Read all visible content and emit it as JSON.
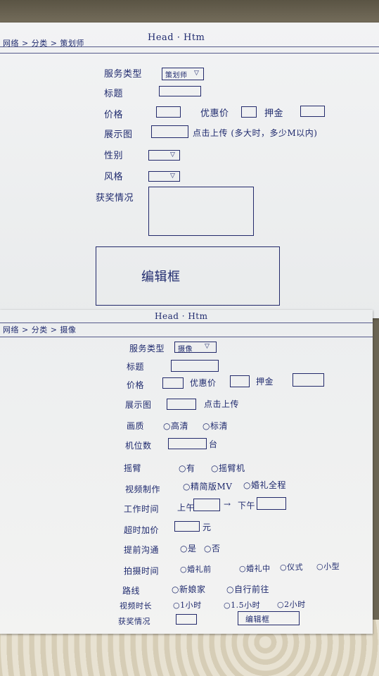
{
  "sheet1": {
    "header": "Head · Htm",
    "breadcrumb": "网络 > 分类 > 策划师",
    "fields": {
      "service_type": "服务类型",
      "service_type_value": "策划师",
      "title": "标题",
      "price": "价格",
      "discount_price": "优惠价",
      "deposit": "押金",
      "display_image": "展示图",
      "upload_hint": "点击上传 (多大时，多少M以内)",
      "gender": "性别",
      "style": "风格",
      "awards": "获奖情况"
    },
    "editor_label": "编辑框"
  },
  "sheet2": {
    "header": "Head · Htm",
    "breadcrumb": "网络 > 分类 > 摄像",
    "fields": {
      "service_type": "服务类型",
      "service_type_value": "摄像",
      "title": "标题",
      "price": "价格",
      "discount_price": "优惠价",
      "deposit": "押金",
      "display_image": "展示图",
      "upload": "点击上传",
      "quality": "画质",
      "quality_hd": "○高清",
      "quality_sd": "○标清",
      "machine_count": "机位数",
      "machine_unit": "台",
      "rocker": "摇臂",
      "rocker_opt1": "○有",
      "rocker_opt2": "○摇臂机",
      "video_production": "视频制作",
      "video_opt1": "○精简版MV",
      "video_opt2": "○婚礼全程",
      "work_time": "工作时间",
      "am": "上午",
      "arrow": "→",
      "pm": "下午",
      "overtime_fee": "超时加价",
      "overtime_unit": "元",
      "early_visit": "提前沟通",
      "early_yes": "○是",
      "early_no": "○否",
      "shoot_time": "拍摄时间",
      "shoot_opt1": "○婚礼前",
      "shoot_opt2": "○婚礼中",
      "shoot_opt3": "○仪式",
      "shoot_opt4": "○小型",
      "route": "路线",
      "route_opt1": "○新娘家",
      "route_opt2": "○自行前往",
      "video_length": "视频时长",
      "len_opt1": "○1小时",
      "len_opt2": "○1.5小时",
      "len_opt3": "○2小时",
      "awards": "获奖情况",
      "editor_label": "编辑框"
    }
  }
}
